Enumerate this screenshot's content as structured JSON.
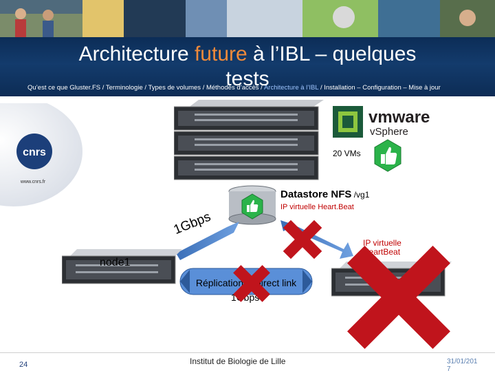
{
  "title": {
    "line1_prefix": "Architecture ",
    "line1_accent": "future",
    "line1_suffix": " à l’IBL – quelques",
    "line2": "tests"
  },
  "breadcrumb": {
    "before": "Qu’est ce que Gluster.FS / Terminologie / Types de volumes / Méthodes d’accès / ",
    "active": "Architecture à l’IBL",
    "after": " / Installation – Configuration – Mise à jour"
  },
  "logo": {
    "name": "cnrs",
    "url": "www.cnrs.fr"
  },
  "vmware": {
    "brand": "vmware",
    "product": "vSphere"
  },
  "diagram": {
    "vms": "20 VMs",
    "datastore_title": "Datastore NFS",
    "datastore_path": " /vg1",
    "ip_heartbeat": "IP virtuelle Heart.Beat",
    "link_speed": "1Gbps",
    "ip_heartbeat_2_l1": "IP virtuelle",
    "ip_heartbeat_2_l2": "HeartBeat",
    "node1": "node1",
    "replication": "Réplication – Direct link",
    "replication_speed": "1Gbps"
  },
  "colors": {
    "title_bar": "#133b6c",
    "accent": "#f08a3a",
    "cross_red": "#c0141c",
    "ok_green": "#2bb34a"
  },
  "footer": {
    "page": "24",
    "institute": "Institut de Biologie de Lille",
    "date_l1": "31/01/201",
    "date_l2": "7"
  }
}
